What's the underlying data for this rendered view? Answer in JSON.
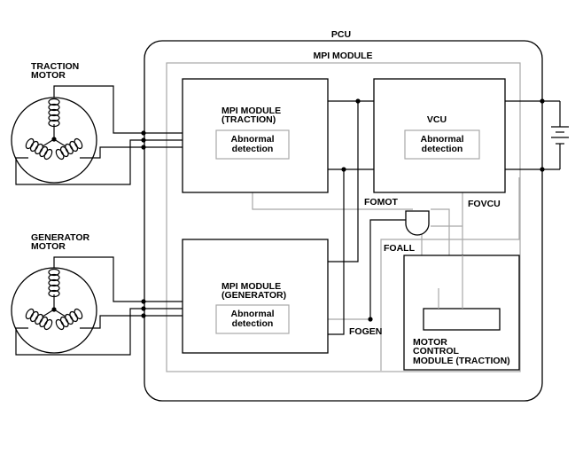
{
  "labels": {
    "pcu": "PCU",
    "mpi_module_outer": "MPI MODULE",
    "traction_motor_line1": "TRACTION",
    "traction_motor_line2": "MOTOR",
    "generator_motor_line1": "GENERATOR",
    "generator_motor_line2": "MOTOR",
    "mpi_traction_line1": "MPI MODULE",
    "mpi_traction_line2": "(TRACTION)",
    "mpi_generator_line1": "MPI MODULE",
    "mpi_generator_line2": "(GENERATOR)",
    "vcu": "VCU",
    "abnormal_line1": "Abnormal",
    "abnormal_line2": "detection",
    "fomot": "FOMOT",
    "fovcu": "FOVCU",
    "foall": "FOALL",
    "fogen": "FOGEN",
    "mcm_line1": "MOTOR",
    "mcm_line2": "CONTROL",
    "mcm_line3": "MODULE (TRACTION)"
  }
}
